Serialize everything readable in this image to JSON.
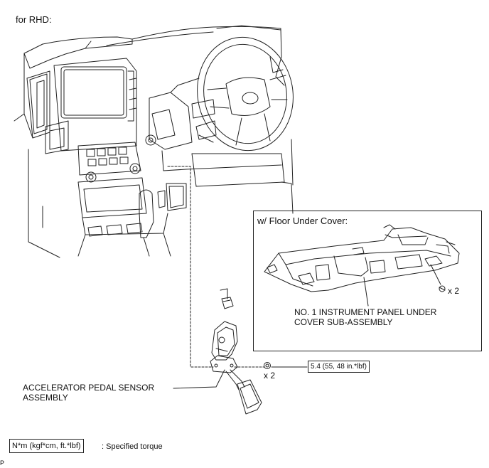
{
  "variant_label": "for RHD:",
  "inset": {
    "title": "w/ Floor Under Cover:",
    "part_label_line1": "NO. 1 INSTRUMENT PANEL UNDER",
    "part_label_line2": "COVER SUB-ASSEMBLY",
    "bolt_count": "x 2"
  },
  "pedal": {
    "label_line1": "ACCELERATOR PEDAL SENSOR",
    "label_line2": "ASSEMBLY",
    "nut_count": "x 2",
    "torque_value": "5.4 (55, 48 in.*lbf)"
  },
  "legend": {
    "units": "N*m (kgf*cm, ft.*lbf)",
    "meaning": ": Specified torque"
  },
  "corner_mark": "P"
}
